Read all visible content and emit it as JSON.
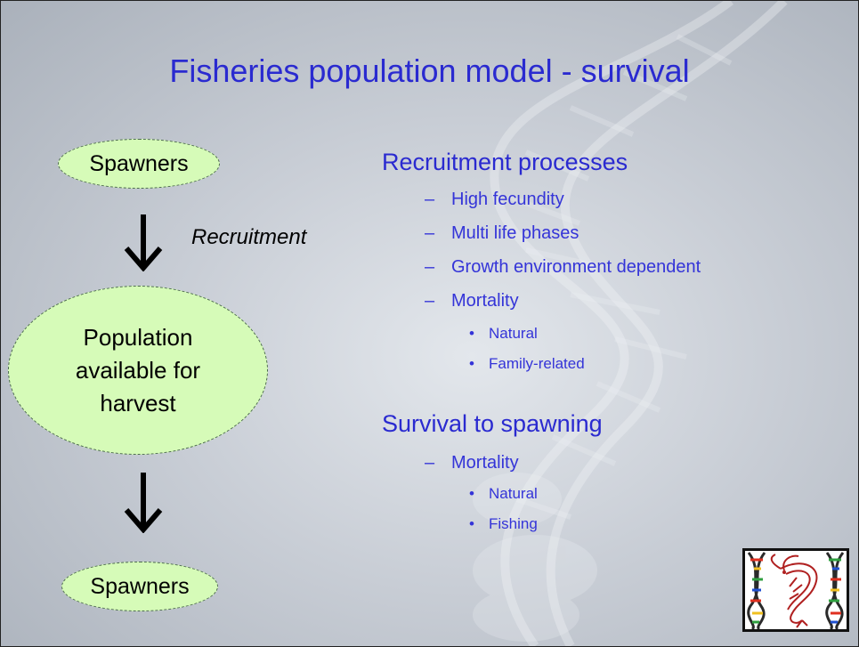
{
  "slide": {
    "title": "Fisheries population model - survival"
  },
  "flow": {
    "top_oval": "Spawners",
    "recruitment_label": "Recruitment",
    "middle_oval_lines": [
      "Population",
      "available for",
      "harvest"
    ],
    "bottom_oval": "Spawners"
  },
  "content": {
    "recruitment": {
      "heading": "Recruitment processes",
      "items": [
        "High fecundity",
        "Multi life phases",
        "Growth environment dependent",
        "Mortality"
      ],
      "sub_items": [
        "Natural",
        "Family-related"
      ]
    },
    "survival": {
      "heading": "Survival to spawning",
      "items": [
        "Mortality"
      ],
      "sub_items": [
        "Natural",
        "Fishing"
      ]
    }
  },
  "logo": {
    "icon": "dna-shrimp-logo-icon"
  },
  "colors": {
    "title": "#2a2ad0",
    "oval_fill": "#d6fbb8",
    "background": "#c9ced6"
  }
}
